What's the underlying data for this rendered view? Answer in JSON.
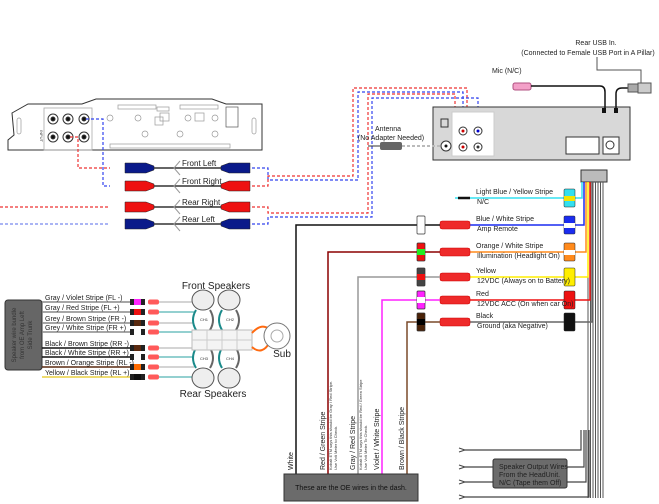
{
  "amplifier": {
    "jack_labels": [
      "INPUT"
    ]
  },
  "rca": {
    "front_left": "Front Left",
    "front_right": "Front Right",
    "rear_right": "Rear Right",
    "rear_left": "Rear Left"
  },
  "head_unit": {
    "antenna_label": "Antenna",
    "antenna_note": "(No Adapter Needed)",
    "mic_label": "Mic (N/C)",
    "usb_label": "Rear USB In.",
    "usb_note": "(Connected to Female USB Port in A Pillar)"
  },
  "harness": [
    {
      "label": "Light Blue / Yellow Stripe",
      "desc": "N/C",
      "color": "#33e0f0",
      "stripe": "#f5e400"
    },
    {
      "label": "Blue / White Stripe",
      "desc": "Amp Remote",
      "color": "#1a2cf0",
      "stripe": "#ffffff"
    },
    {
      "label": "Orange / White Stripe",
      "desc": "Illumination (Headlight On)",
      "color": "#ff8a1c",
      "stripe": "#ffffff"
    },
    {
      "label": "Yellow",
      "desc": "12VDC (Always on to Battery)",
      "color": "#ffee00",
      "stripe": "#ffee00"
    },
    {
      "label": "Red",
      "desc": "12VDC ACC (On when car On)",
      "color": "#ee1111",
      "stripe": "#ee1111"
    },
    {
      "label": "Black",
      "desc": "Ground (aka Negative)",
      "color": "#111111",
      "stripe": "#111111"
    }
  ],
  "oe_dash_wires": [
    {
      "label": "White",
      "note1": "",
      "note2": "",
      "color": "#111111",
      "conn": "#ffffff",
      "conn_mid": "#ffffff"
    },
    {
      "label": "Red / Green Stripe",
      "note1": "Kobalt ETM says this should be  Gray / Red Stripe.",
      "note2": "Use Volt Meter to Check.",
      "color": "#8b0000",
      "conn": "#ee1111",
      "conn_mid": "#22ee22"
    },
    {
      "label": "Gray / Red Stripe",
      "note1": "Kobalt ETM says this should be Red / Green Stripe",
      "note2": "Use Volt Meter To Check.",
      "color": "#999999",
      "conn": "#444444",
      "conn_mid": "#ee1111"
    },
    {
      "label": "Violet / White Stripe",
      "note1": "",
      "note2": "",
      "color": "#ff22ff",
      "conn": "#ff22ff",
      "conn_mid": "#ffffff"
    },
    {
      "label": "Brown / Black Stripe",
      "note1": "",
      "note2": "",
      "color": "#7a4a2a",
      "conn": "#4a2208",
      "conn_mid": "#000000"
    }
  ],
  "oe_box_text": "These are the OE wires in the dash.",
  "speaker_bundle": {
    "box_text": [
      "Speaker wire bundle",
      "from OE Amp Left",
      "Side Trunk"
    ],
    "wires": [
      {
        "label": "Gray / Violet Stripe (FL -)",
        "wire": "#888888",
        "band": "#ff22ff"
      },
      {
        "label": "Gray / Red Stripe (FL +)",
        "wire": "#888888",
        "band": "#ee1111"
      },
      {
        "label": "Grey / Brown Stripe (FR -)",
        "wire": "#888888",
        "band": "#5a2a10"
      },
      {
        "label": "Grey / White Stripe (FR +)",
        "wire": "#888888",
        "band": "#ffffff"
      },
      {
        "label": "Black / Brown Stripe (RR -)",
        "wire": "#111111",
        "band": "#5a2a10"
      },
      {
        "label": "Black / White Stripe (RR +)",
        "wire": "#111111",
        "band": "#ffffff"
      },
      {
        "label": "Brown / Orange Stripe (RL -)",
        "wire": "#5a2a10",
        "band": "#ff6a00"
      },
      {
        "label": "Yellow / Black Stripe (RL +)",
        "wire": "#e8cf40",
        "band": "#111111"
      }
    ]
  },
  "speakers": {
    "front_label": "Front Speakers",
    "rear_label": "Rear Speakers",
    "sub_label": "Sub",
    "channels": [
      "CH1",
      "CH2",
      "CH3",
      "CH4"
    ]
  },
  "headunit_speaker_box": [
    "Speaker Output Wires",
    "From the HeadUnit.",
    "N/C (Tape them Off)"
  ]
}
